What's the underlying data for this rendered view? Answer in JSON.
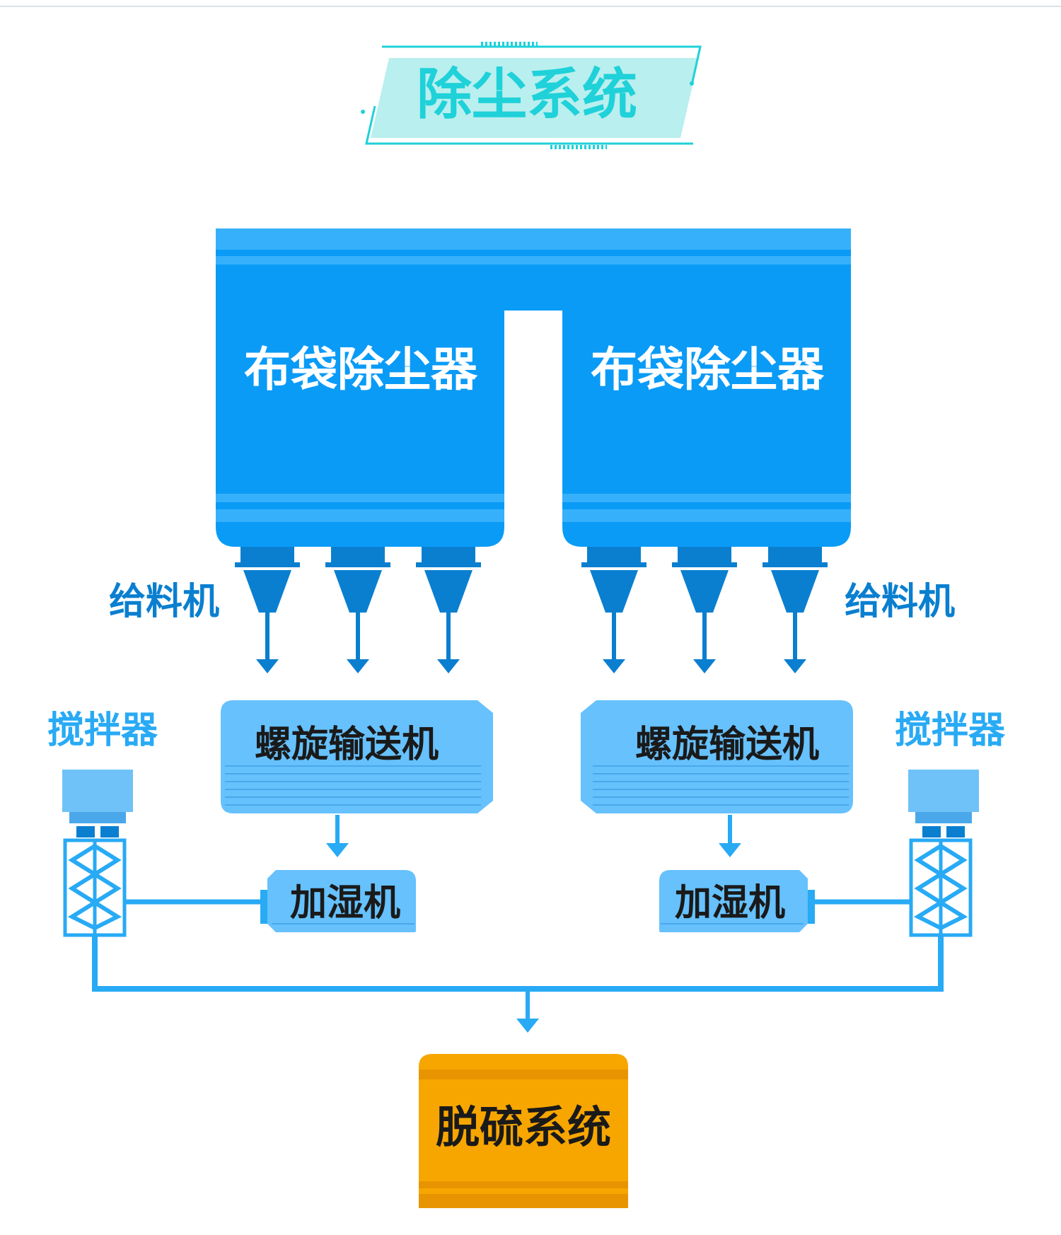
{
  "title": "除尘系统",
  "dust_collector_label": "布袋除尘器",
  "feeder_label": "给料机",
  "screw_conveyor_label": "螺旋输送机",
  "humidifier_label": "加湿机",
  "mixer_label": "搅拌器",
  "desulfurization_label": "脱硫系统",
  "colors": {
    "primary_blue": "#0a9bf7",
    "dark_blue": "#0a7fd0",
    "light_blue": "#66c1fd",
    "line_blue": "#28aaf5",
    "orange": "#f7a600",
    "title_teal": "#1fd1d9",
    "title_bg": "#b9efee"
  }
}
